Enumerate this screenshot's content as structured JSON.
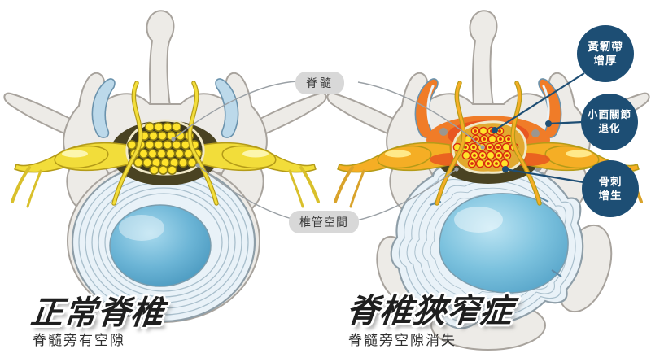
{
  "labels": {
    "spinal_cord": "脊髓",
    "canal_space": "椎管空間"
  },
  "callouts": [
    {
      "line1": "黃韌帶",
      "line2": "增厚"
    },
    {
      "line1": "小面關節",
      "line2": "退化"
    },
    {
      "line1": "骨刺",
      "line2": "增生"
    }
  ],
  "panels": {
    "left": {
      "title": "正常脊椎",
      "subtitle": "脊髓旁有空隙"
    },
    "right": {
      "title": "脊椎狹窄症",
      "subtitle": "脊髓旁空隙消失"
    }
  },
  "colors": {
    "background": "#ffffff",
    "bone": "#edebe7",
    "bone_line": "#a8a39d",
    "cartilage_blue": "#bcd9ea",
    "cartilage_line": "#6b93ad",
    "nerve_yellow": "#f2dd3a",
    "nerve_orange": "#f5ae25",
    "nerve_line": "#b49b18",
    "canal_dark": "#4a4322",
    "cord_dark": "#3c371c",
    "cord_outline": "#f1e9c8",
    "dot_yellow": "#ffe32b",
    "dot_outline": "#8a7a12",
    "dot_red": "#d92d10",
    "inflamed_orange": "#f07c28",
    "inflamed_red": "#e85620",
    "disc_fill": "#e9f2f8",
    "disc_line": "#8e9ea8",
    "ring_line": "#a9bfcc",
    "label_bg": "#d8d8d8",
    "label_text": "#3a3a3a",
    "callout_bg": "#1d4e74",
    "callout_text": "#ffffff",
    "leader_navy": "#1e4e74",
    "leader_gray": "#9aa0a5",
    "title_color": "#1f1f1f",
    "subtitle_color": "#2e2e2e"
  }
}
